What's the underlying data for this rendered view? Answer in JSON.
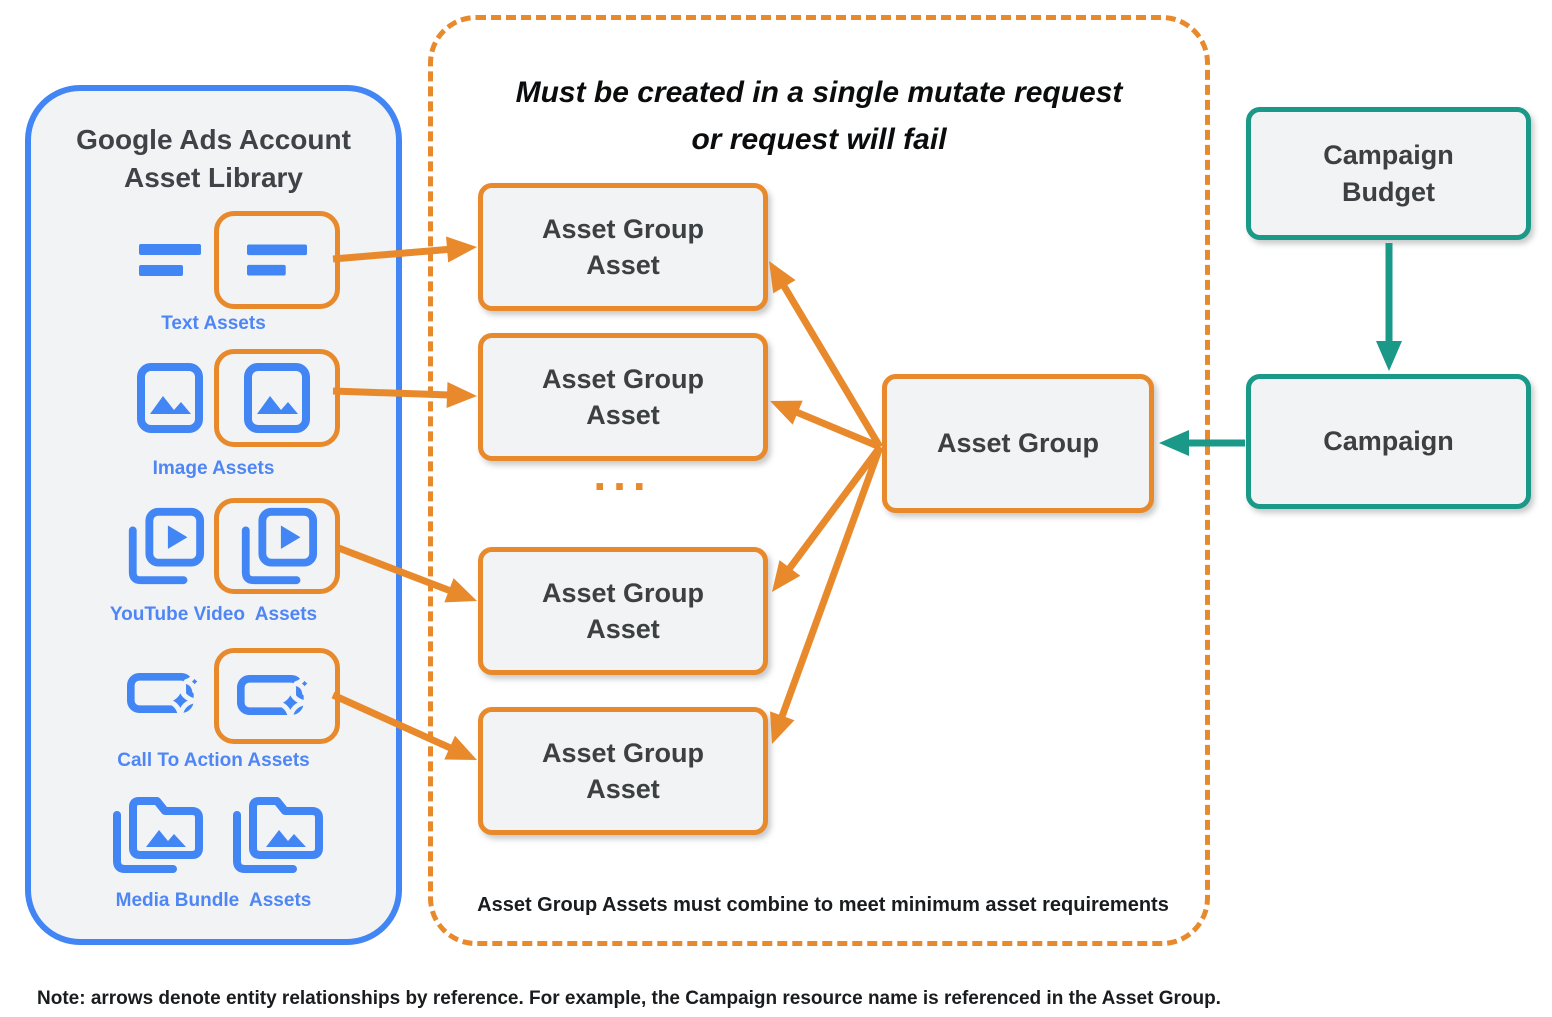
{
  "colors": {
    "orange": "#E8892B",
    "blue": "#4285F4",
    "label_blue": "#4F86F5",
    "teal": "#1A9988",
    "box_fill": "#F1F3F4",
    "box_text": "#3C4043",
    "ink": "#1A1C1E"
  },
  "library": {
    "title": "Google Ads Account\nAsset Library",
    "rows": [
      {
        "label": "Text Assets",
        "icon": "text-lines-icon"
      },
      {
        "label": "Image Assets",
        "icon": "image-icon"
      },
      {
        "label": "YouTube Video  Assets",
        "icon": "youtube-video-icon"
      },
      {
        "label": "Call To Action Assets",
        "icon": "call-to-action-icon"
      },
      {
        "label": "Media Bundle  Assets",
        "icon": "media-bundle-icon"
      }
    ]
  },
  "mutate_panel": {
    "title_line1": "Must be created in a single mutate request",
    "title_line2": "or request will fail",
    "asset_group_asset_boxes": [
      "Asset Group\nAsset",
      "Asset Group\nAsset",
      "Asset Group\nAsset",
      "Asset Group\nAsset"
    ],
    "ellipsis": "...",
    "footnote": "Asset Group Assets must combine to meet minimum asset requirements"
  },
  "nodes": {
    "asset_group": "Asset Group",
    "campaign_budget": "Campaign\nBudget",
    "campaign": "Campaign"
  },
  "note": "Note: arrows denote entity relationships by reference. For example, the Campaign resource name is referenced in the Asset Group."
}
